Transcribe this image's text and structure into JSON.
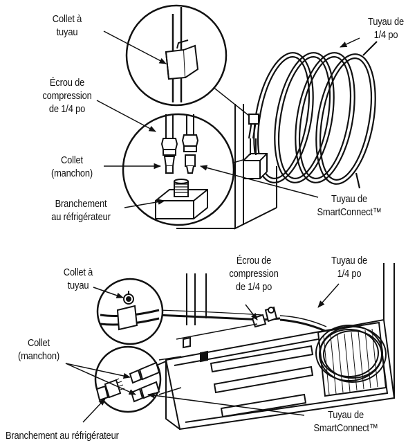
{
  "top": {
    "labels": {
      "collet_tuyau": [
        "Collet à",
        "tuyau"
      ],
      "ecrou": [
        "Écrou de",
        "compression",
        "de 1/4 po"
      ],
      "collet_manchon": [
        "Collet",
        "(manchon)"
      ],
      "branchement": [
        "Branchement",
        "au réfrigérateur"
      ],
      "tuyau_quart": [
        "Tuyau de",
        "1/4 po"
      ],
      "smartconnect": [
        "Tuyau de",
        "SmartConnect™"
      ]
    }
  },
  "bottom": {
    "labels": {
      "collet_tuyau": [
        "Collet à",
        "tuyau"
      ],
      "ecrou": [
        "Écrou de",
        "compression",
        "de 1/4 po"
      ],
      "tuyau_quart": [
        "Tuyau de",
        "1/4 po"
      ],
      "collet_manchon": [
        "Collet",
        "(manchon)"
      ],
      "smartconnect": [
        "Tuyau de",
        "SmartConnect™"
      ],
      "branchement": [
        "Branchement au réfrigérateur"
      ]
    }
  },
  "colors": {
    "ink": "#111111",
    "paper": "#ffffff",
    "shade": "#d9d9d9"
  }
}
